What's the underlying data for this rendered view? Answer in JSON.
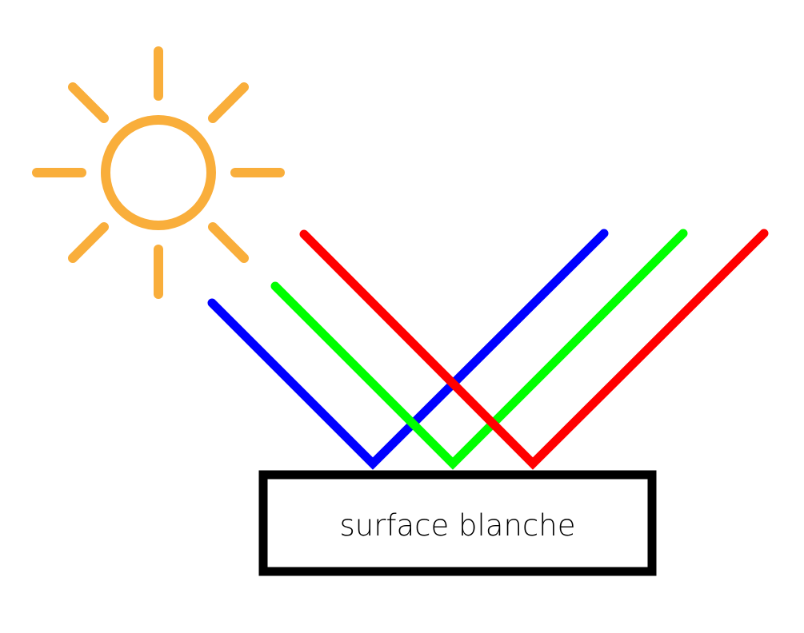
{
  "surface": {
    "label": "surface blanche"
  },
  "colors": {
    "sun": "#F9AE3B",
    "blue_ray": "#0000FF",
    "green_ray": "#00FF00",
    "red_ray": "#FF0000",
    "surface_border": "#000000",
    "background": "#FFFFFF"
  },
  "icons": {
    "light_source": "sun-icon"
  },
  "rays": [
    {
      "name": "blue",
      "color": "#0000FF"
    },
    {
      "name": "green",
      "color": "#00FF00"
    },
    {
      "name": "red",
      "color": "#FF0000"
    }
  ]
}
